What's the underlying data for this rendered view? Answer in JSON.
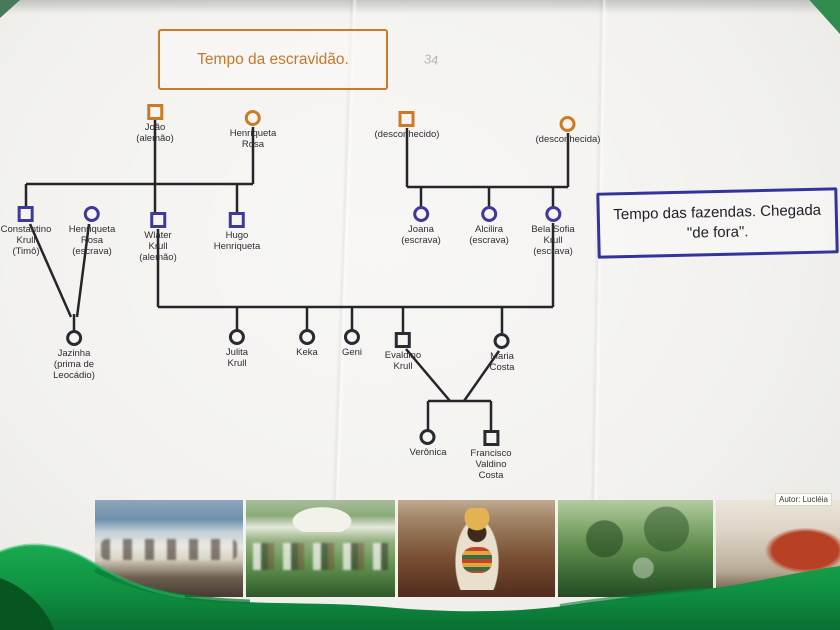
{
  "era_boxes": {
    "slavery_label": "Tempo da escravidão.",
    "farms_label": "Tempo das fazendas. Chegada\n\"de fora\"."
  },
  "handwritten_note": "34",
  "author_credit": "Autor: Lucléia",
  "colors": {
    "gen1_orange": "#cc7a28",
    "gen2_indigo": "#3d3a9c",
    "gen3_dark": "#2a2a33",
    "tree_line": "#26262a",
    "era_box_blue": "#33339e",
    "fabric_green": "#0f9042"
  },
  "people": [
    {
      "id": "joao",
      "label": "João\n(alemão)",
      "symbol": "square",
      "generation": 1
    },
    {
      "id": "henriqueta-rosa",
      "label": "Henriqueta\nRosa",
      "symbol": "circle",
      "generation": 1
    },
    {
      "id": "desconhecido",
      "label": "(desconhecido)",
      "symbol": "square",
      "generation": 1
    },
    {
      "id": "desconhecida",
      "label": "(desconhecida)",
      "symbol": "circle",
      "generation": 1
    },
    {
      "id": "constantino-krull",
      "label": "Constantino\nKrull\n(Timô)",
      "symbol": "square",
      "generation": 2
    },
    {
      "id": "henriqueta-rosa-escrava",
      "label": "Henriqueta\nRosa\n(escrava)",
      "symbol": "circle",
      "generation": 2
    },
    {
      "id": "wlater-krull",
      "label": "Wlater\nKrull\n(alemão)",
      "symbol": "square",
      "generation": 2
    },
    {
      "id": "hugo-henriqueta",
      "label": "Hugo\nHenriqueta",
      "symbol": "square",
      "generation": 2
    },
    {
      "id": "joana",
      "label": "Joana\n(escrava)",
      "symbol": "circle",
      "generation": 2
    },
    {
      "id": "alcilira",
      "label": "Alcilira\n(escrava)",
      "symbol": "circle",
      "generation": 2
    },
    {
      "id": "bela-sofia-krull",
      "label": "Bela Sofia\nKrull\n(escrava)",
      "symbol": "circle",
      "generation": 2
    },
    {
      "id": "jazinha",
      "label": "Jazinha\n(prima de\nLeocádio)",
      "symbol": "circle",
      "generation": 3
    },
    {
      "id": "julita-krull",
      "label": "Julita\nKrull",
      "symbol": "circle",
      "generation": 3
    },
    {
      "id": "keka",
      "label": "Keka",
      "symbol": "circle",
      "generation": 3
    },
    {
      "id": "geni",
      "label": "Geni",
      "symbol": "circle",
      "generation": 3
    },
    {
      "id": "evaldino-krull",
      "label": "Evaldino\nKrull",
      "symbol": "square",
      "generation": 3
    },
    {
      "id": "maria-costa",
      "label": "Maria\nCosta",
      "symbol": "circle",
      "generation": 3
    },
    {
      "id": "veronica",
      "label": "Verônica",
      "symbol": "circle",
      "generation": 4
    },
    {
      "id": "francisco-valdino-costa",
      "label": "Francisco\nValdino\nCosta",
      "symbol": "square",
      "generation": 4
    }
  ]
}
